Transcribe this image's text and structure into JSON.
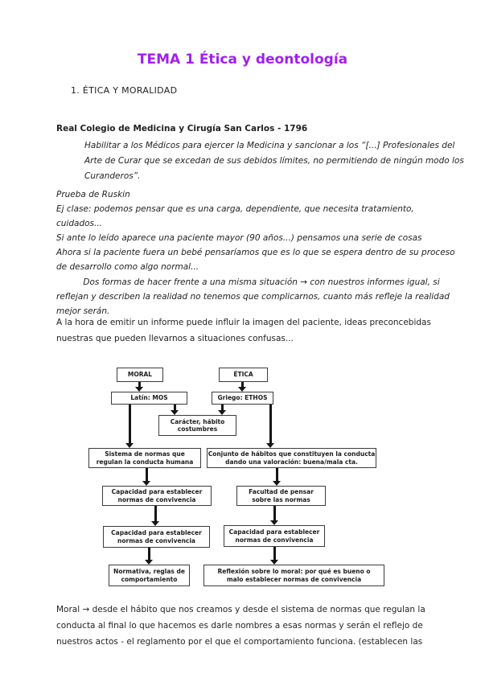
{
  "doc": {
    "title": "TEMA 1 Ética y deontología",
    "title_color": "#A020F0",
    "section_heading": "1. ÉTICA Y MORALIDAD",
    "real_colegio": "Real Colegio de Medicina y Cirugía San Carlos - 1796",
    "quote": "Habilitar a los Médicos para ejercer la Medicina y sancionar a los “[...] Profesionales del\nArte de Curar que se excedan de sus debidos límites, no permitiendo de ningún modo los\nCuranderos”.",
    "ruskin": "Prueba de Ruskin\nEj clase: podemos pensar que es una carga, dependiente, que necesita tratamiento,\ncuidados...\nSi ante lo leído aparece una paciente mayor (90 años...) pensamos una serie de cosas\nAhora si la paciente fuera un bebé pensaríamos que es lo que se espera dentro de su proceso\nde desarrollo como algo normal...\n          Dos formas de hacer frente a una misma situación → con nuestros informes igual, si\nreflejan y describen la realidad no tenemos que complicarnos, cuanto más refleje la realidad\nmejor serán.",
    "informe": "A la hora de emitir un informe puede influir la imagen del paciente, ideas preconcebidas\nnuestras que pueden llevarnos a situaciones confusas...",
    "moral_closing": "Moral → desde el hábito que nos creamos y desde el sistema de normas que regulan la\nconducta al final lo que hacemos es darle nombres a esas normas y serán el reflejo de\nnuestros actos - el reglamento por el que el comportamiento funciona. (establecen las"
  },
  "diagram": {
    "nodes": {
      "moral": "MORAL",
      "etica": "ÉTICA",
      "latin_mos": "Latín: MOS",
      "griego_ethos": "Griego: ETHOS",
      "caracter": "Carácter, hábito\ncostumbres",
      "sistema": "Sistema de normas que\nregulan la conducta humana",
      "conjunto": "Conjunto de hábitos que constituyen la conducta\ndando una valoración: buena/mala cta.",
      "capacidad": "Capacidad para establecer\nnormas de convivencia",
      "facultad": "Facultad de pensar\nsobre las normas",
      "normativa": "Normativa, reglas de\ncomportamiento",
      "reflexion": "Reflexión sobre lo moral: por qué es bueno o\nmalo establecer normas de convivencia"
    }
  }
}
